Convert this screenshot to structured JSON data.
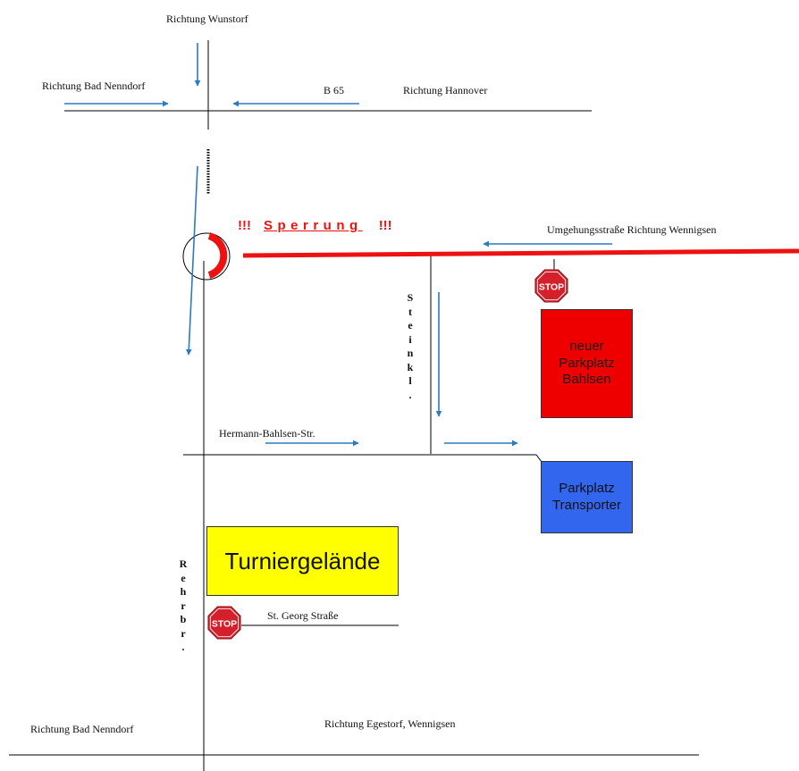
{
  "labels": {
    "richtung_wunstorf": "Richtung Wunstorf",
    "richtung_bad_nenndorf_top": "Richtung Bad Nenndorf",
    "b65": "B 65",
    "richtung_hannover": "Richtung Hannover",
    "umgehungsstrasse": "Umgehungsstraße Richtung Wennigsen",
    "hermann_bahlsen": "Hermann-Bahlsen-Str.",
    "st_georg": "St. Georg Straße",
    "richtung_bad_nenndorf_bottom": "Richtung  Bad Nenndorf",
    "richtung_egestorf": "Richtung Egestorf, Wennigsen"
  },
  "vertical_labels": {
    "steinkl": [
      "S",
      "t",
      "e",
      "i",
      "n",
      "k",
      "l",
      "."
    ],
    "rehrbr": [
      "R",
      "e",
      "h",
      "r",
      "b",
      "r",
      "."
    ]
  },
  "closure": {
    "prefix": "!!!",
    "word": "Sperrung",
    "suffix": "!!!",
    "color": "#ee1111"
  },
  "stop_sign": {
    "text": "STOP",
    "color": "#d4202a"
  },
  "areas": {
    "neuer_parkplatz": {
      "lines": [
        "neuer",
        "Parkplatz",
        "Bahlsen"
      ],
      "color": "#ee0000"
    },
    "parkplatz_transporter": {
      "lines": [
        "Parkplatz",
        "Transporter"
      ],
      "color": "#3366ee"
    },
    "turniergelaende": {
      "text": "Turniergelände",
      "color": "#ffff00"
    }
  },
  "colors": {
    "road": "#000000",
    "arrow": "#2a7ac4",
    "closed_road": "#ee1111"
  }
}
